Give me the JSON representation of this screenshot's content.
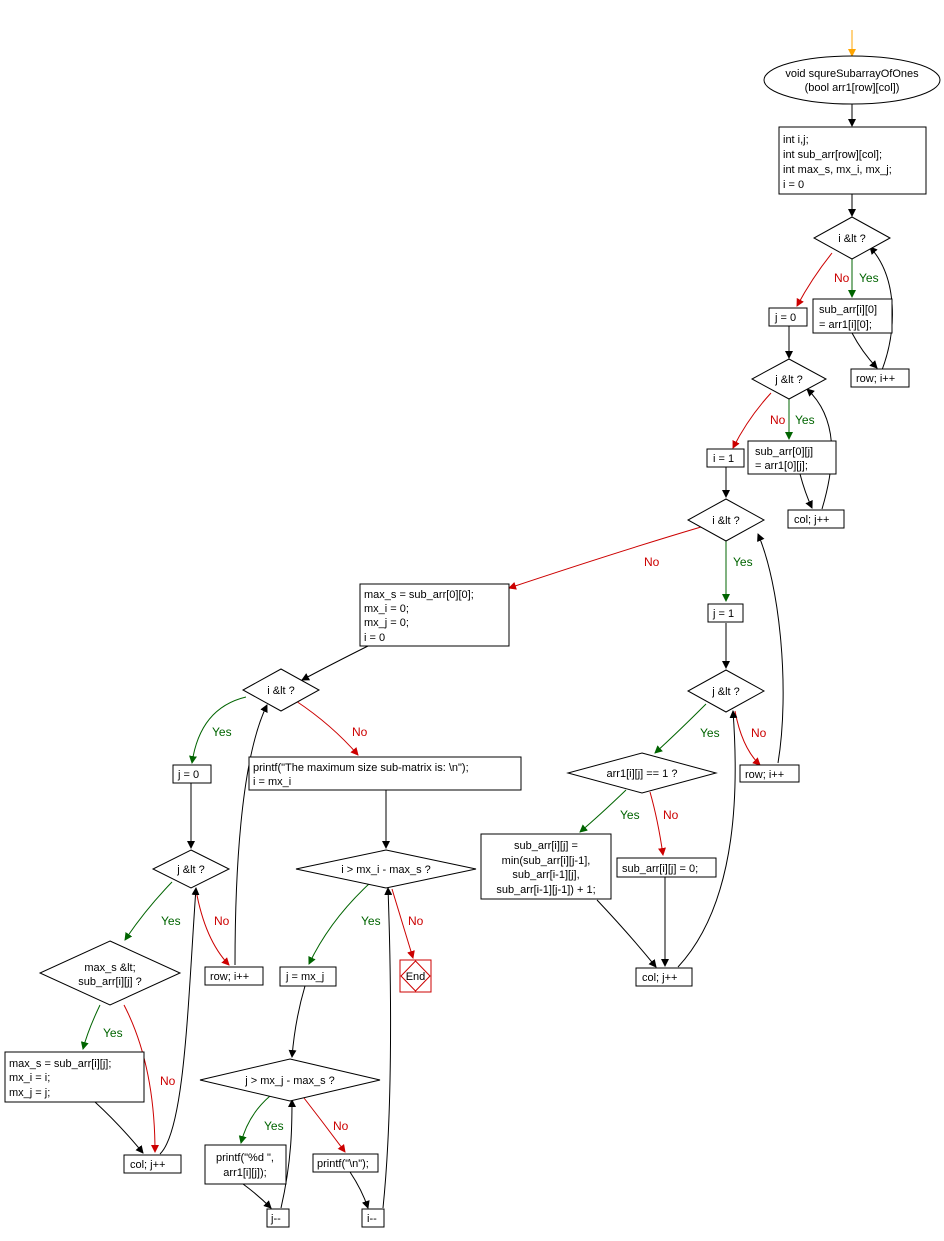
{
  "colors": {
    "yes": "#006400",
    "no": "#cc0000",
    "default": "#000000",
    "start_arrow": "#ffa500",
    "end_node": "#cc0000"
  },
  "start": {
    "line1": "void squreSubarrayOfOnes",
    "line2": "(bool arr1[row][col])"
  },
  "init": [
    "int i,j;",
    "int sub_arr[row][col];",
    "int max_s, mx_i, mx_j;",
    "i = 0"
  ],
  "d1": "i &lt ?",
  "n_sub_i0": [
    "sub_arr[i][0]",
    "= arr1[i][0];"
  ],
  "n_row_inc1": "row; i++",
  "n_j0": "j = 0",
  "d2": "j &lt ?",
  "n_sub_0j": [
    "sub_arr[0][j]",
    "= arr1[0][j];"
  ],
  "n_col_inc1": "col; j++",
  "n_i1": "i = 1",
  "d3": "i &lt ?",
  "n_j1": "j = 1",
  "d4": "j &lt ?",
  "n_row_inc2": "row; i++",
  "d5": "arr1[i][j] == 1 ?",
  "n_min": [
    "sub_arr[i][j] =",
    "min(sub_arr[i][j-1],",
    "sub_arr[i-1][j],",
    "sub_arr[i-1][j-1]) + 1;"
  ],
  "n_zero": "sub_arr[i][j] = 0;",
  "n_col_inc2": "col; j++",
  "n_max_init": [
    "max_s = sub_arr[0][0];",
    "mx_i = 0;",
    "mx_j = 0;",
    "i = 0"
  ],
  "d6": "i &lt ?",
  "n_j0b": "j = 0",
  "d7": "j &lt ?",
  "d8": [
    "max_s &lt;",
    "sub_arr[i][j] ?"
  ],
  "n_max_set": [
    "max_s = sub_arr[i][j];",
    "mx_i = i;",
    "mx_j = j;"
  ],
  "n_col_inc3": "col; j++",
  "n_row_inc3": "row; i++",
  "n_printf_head": [
    "printf(\"The maximum size sub-matrix is: \\n\");",
    "i = mx_i"
  ],
  "d9": "i > mx_i - max_s ?",
  "n_end": "End",
  "n_j_mxj": "j = mx_j",
  "d10": "j > mx_j - max_s ?",
  "n_printf_d": [
    "printf(\"%d \",",
    "arr1[i][j]);"
  ],
  "n_printf_nl": "printf(\"\\n\");",
  "n_jdec": "j--",
  "n_idec": "i--",
  "labels": {
    "yes": "Yes",
    "no": "No"
  }
}
